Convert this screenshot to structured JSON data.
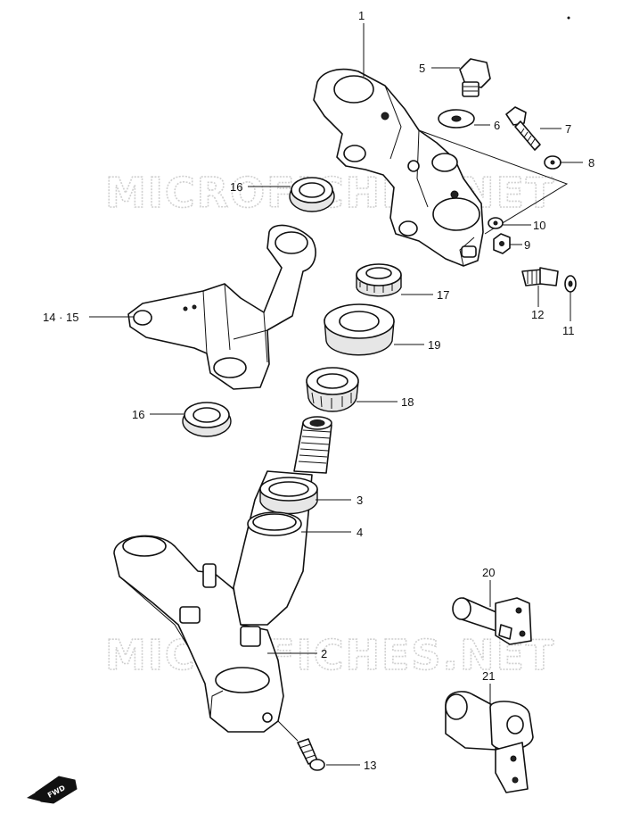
{
  "watermarks": [
    "MICROFICHES.NET",
    "MICROFICHES.NET"
  ],
  "direction_badge": "FWD",
  "callouts": [
    {
      "id": "c1",
      "label": "1"
    },
    {
      "id": "c2",
      "label": "2"
    },
    {
      "id": "c3",
      "label": "3"
    },
    {
      "id": "c4",
      "label": "4"
    },
    {
      "id": "c5",
      "label": "5"
    },
    {
      "id": "c6",
      "label": "6"
    },
    {
      "id": "c7",
      "label": "7"
    },
    {
      "id": "c8",
      "label": "8"
    },
    {
      "id": "c9",
      "label": "9"
    },
    {
      "id": "c10",
      "label": "10"
    },
    {
      "id": "c11",
      "label": "11"
    },
    {
      "id": "c12",
      "label": "12"
    },
    {
      "id": "c13",
      "label": "13"
    },
    {
      "id": "c1415",
      "label": "14 · 15"
    },
    {
      "id": "c16a",
      "label": "16"
    },
    {
      "id": "c16b",
      "label": "16"
    },
    {
      "id": "c17",
      "label": "17"
    },
    {
      "id": "c18",
      "label": "18"
    },
    {
      "id": "c19",
      "label": "19"
    },
    {
      "id": "c20",
      "label": "20"
    },
    {
      "id": "c21",
      "label": "21"
    }
  ]
}
